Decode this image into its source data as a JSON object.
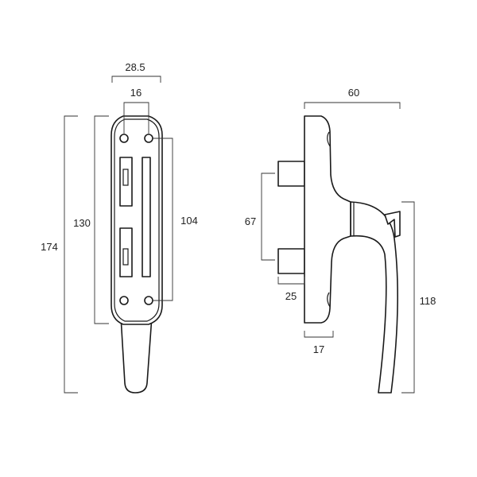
{
  "front_view": {
    "dimensions": {
      "plate_width": "28.5",
      "hole_spacing": "16",
      "plate_height": "130",
      "hole_pitch": "104",
      "overall_height": "174"
    }
  },
  "side_view": {
    "dimensions": {
      "overall_depth": "60",
      "spindle_spacing": "67",
      "spindle_length": "25",
      "plate_thickness": "17",
      "handle_height": "118"
    }
  },
  "colors": {
    "stroke": "#1a1a1a",
    "dimension": "#333333",
    "background": "#ffffff"
  }
}
